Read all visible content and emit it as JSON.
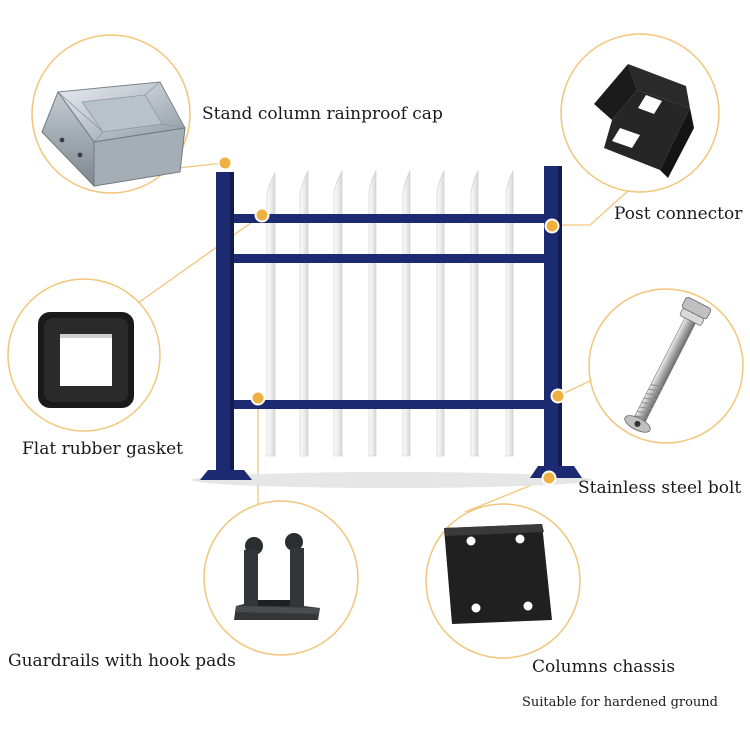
{
  "diagram": {
    "labels": {
      "cap": "Stand column rainproof cap",
      "post_connector": "Post connector",
      "gasket": "Flat rubber gasket",
      "bolt": "Stainless steel bolt",
      "hook_pads": "Guardrails with hook pads",
      "chassis": "Columns chassis",
      "chassis_note": "Suitable for hardened ground"
    },
    "colors": {
      "frame": "#1c2a72",
      "pickets": "#f4f4f4",
      "callout": "#f2c57a",
      "marker": "#f0b040",
      "part_dark": "#1f1f1f"
    },
    "parts": [
      {
        "name": "rainproof-cap",
        "icon": "pyramid-cap-icon"
      },
      {
        "name": "post-connector",
        "icon": "u-bracket-icon"
      },
      {
        "name": "flat-rubber-gasket",
        "icon": "square-ring-icon"
      },
      {
        "name": "stainless-steel-bolt",
        "icon": "bolt-icon"
      },
      {
        "name": "hook-pads",
        "icon": "u-hook-icon"
      },
      {
        "name": "columns-chassis",
        "icon": "base-plate-icon"
      }
    ]
  }
}
